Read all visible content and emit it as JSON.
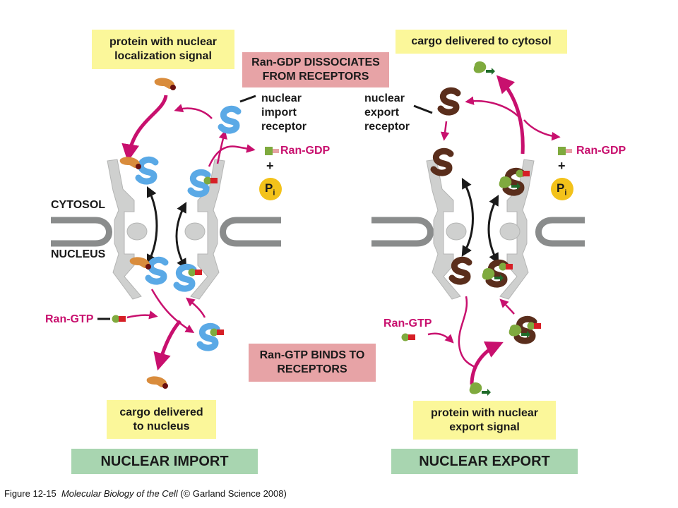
{
  "import": {
    "title": "NUCLEAR IMPORT",
    "cargo_label_line1": "protein with nuclear",
    "cargo_label_line2": "localization signal",
    "delivered_line1": "cargo delivered",
    "delivered_line2": "to nucleus",
    "receptor_line1": "nuclear",
    "receptor_line2": "import",
    "receptor_line3": "receptor",
    "ran_gdp": "Ran-GDP",
    "ran_gtp": "Ran-GTP",
    "plus": "+",
    "pi": "P",
    "pi_sub": "i"
  },
  "export": {
    "title": "NUCLEAR EXPORT",
    "cargo_label_line1": "protein with nuclear",
    "cargo_label_line2": "export signal",
    "delivered": "cargo delivered to cytosol",
    "receptor_line1": "nuclear",
    "receptor_line2": "export",
    "receptor_line3": "receptor",
    "ran_gdp": "Ran-GDP",
    "ran_gtp": "Ran-GTP",
    "plus": "+",
    "pi": "P",
    "pi_sub": "i"
  },
  "center": {
    "dissociates_line1": "Ran-GDP DISSOCIATES",
    "dissociates_line2": "FROM RECEPTORS",
    "binds_line1": "Ran-GTP BINDS TO",
    "binds_line2": "RECEPTORS"
  },
  "compartments": {
    "cytosol": "CYTOSOL",
    "nucleus": "NUCLEUS"
  },
  "caption": {
    "fig": "Figure 12-15",
    "book": "Molecular Biology of the Cell",
    "rights": "(© Garland Science 2008)"
  },
  "colors": {
    "magenta": "#c8106e",
    "import_receptor": "#5aa9e6",
    "export_receptor": "#5a2e1c",
    "import_cargo": "#d98c3c",
    "export_cargo": "#7faa3e",
    "ran_red": "#d61f26",
    "pore_gray": "#cfd0cf",
    "membrane_gray": "#8a8c8c"
  }
}
